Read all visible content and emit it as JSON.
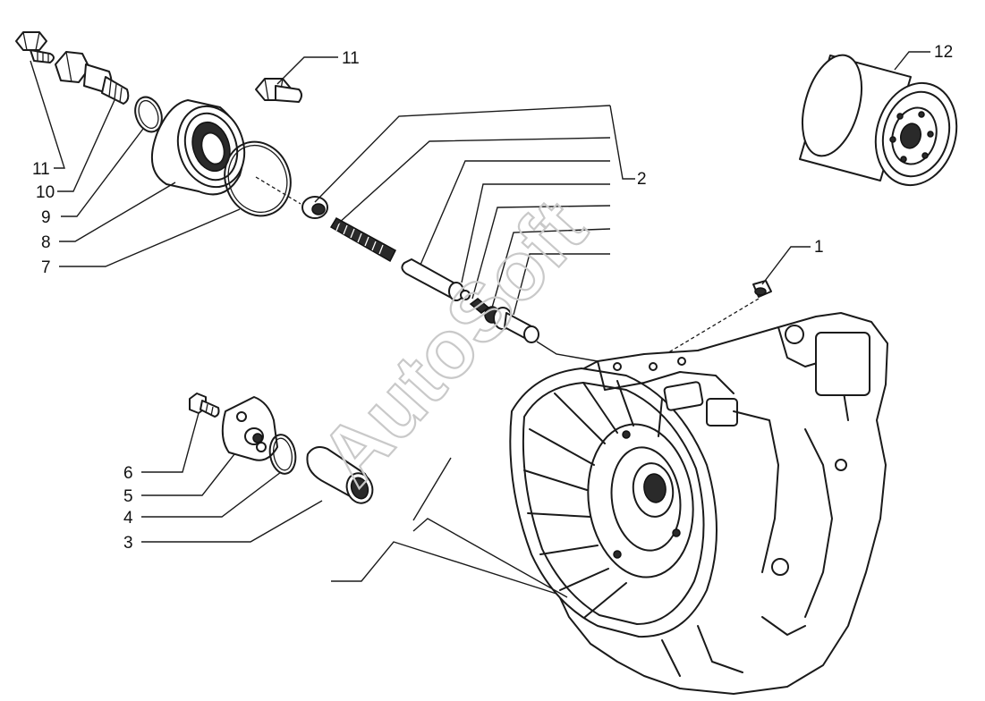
{
  "watermark": "AutoSoft",
  "callouts": {
    "c1": "1",
    "c2": "2",
    "c3": "3",
    "c4": "4",
    "c5": "5",
    "c6": "6",
    "c7": "7",
    "c8": "8",
    "c9": "9",
    "c10": "10",
    "c11_left": "11",
    "c11_top": "11",
    "c12": "12"
  }
}
